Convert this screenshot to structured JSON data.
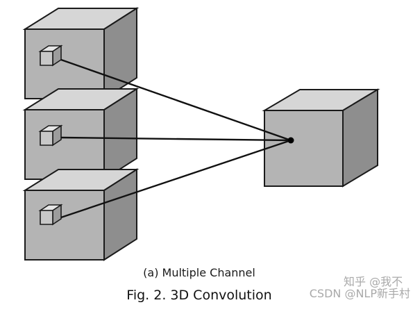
{
  "figure": {
    "subcaption": "(a) Multiple Channel",
    "caption": "Fig. 2. 3D Convolution",
    "input_channel_count": 3,
    "output_volume_count": 1,
    "colors": {
      "front_face": "#b4b4b4",
      "top_face": "#d6d6d6",
      "side_face": "#8e8e8e",
      "outline": "#1a1a1a",
      "connector": "#111111"
    }
  },
  "watermark": {
    "line1": "知乎 @我不",
    "line2": "CSDN @NLP新手村"
  }
}
